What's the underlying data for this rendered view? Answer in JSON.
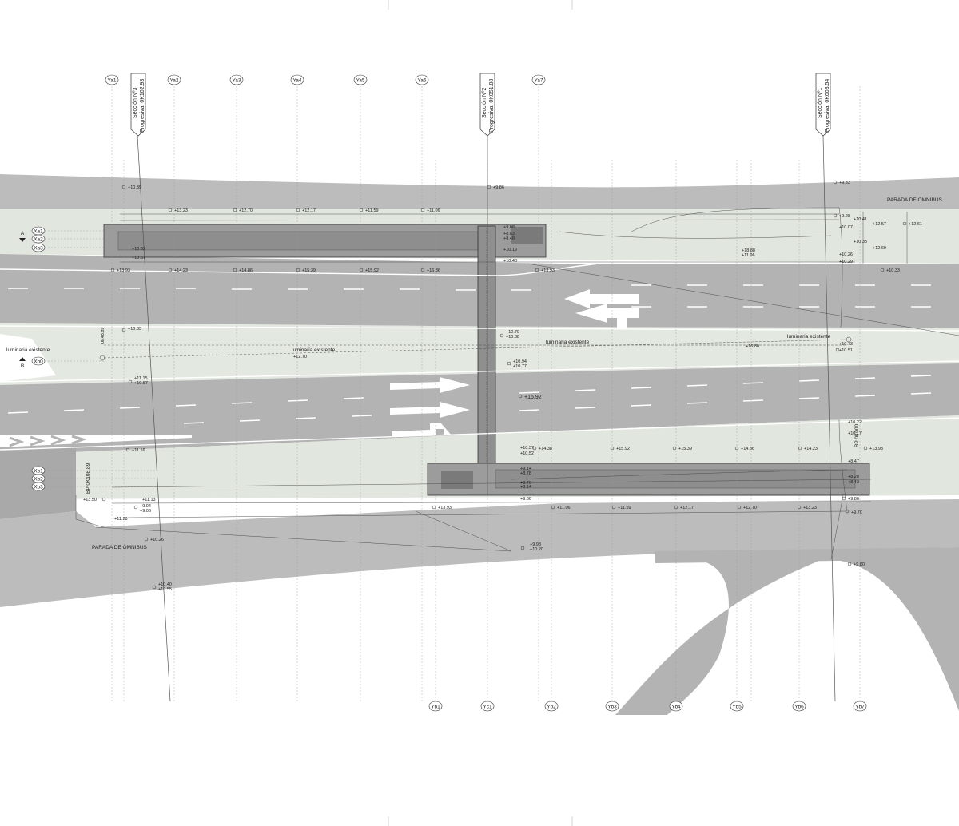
{
  "grid_top": [
    "Ya1",
    "Ya2",
    "Ya3",
    "Ya4",
    "Ya5",
    "Ya6",
    "Ya7"
  ],
  "grid_bottom": [
    "Yb1",
    "Yc1",
    "Yb2",
    "Yb3",
    "Yb4",
    "Yb5",
    "Yb6",
    "Yb7"
  ],
  "grid_left": [
    "Xa1",
    "Xa2",
    "Xa3",
    "Xb0",
    "Xb1",
    "Xb2",
    "Xb3"
  ],
  "marker_a": "A",
  "marker_b": "B",
  "sections": [
    {
      "line1": "Sección Nº3",
      "line2": "Progresiva: 0K102.93"
    },
    {
      "line1": "Sección Nº2",
      "line2": "Progresiva: 0K051.88"
    },
    {
      "line1": "Sección Nº1",
      "line2": "Progresiva: 0K003.54"
    }
  ],
  "bus_stop_top": "PARADA DE ÓMNIBUS",
  "bus_stop_bottom": "PARADA DE ÓMNIBUS",
  "lum_1": "luminaria existente",
  "lum_2": "luminaria existente",
  "lum_3": "luminaria existente",
  "lum_4": "luminaria existente",
  "bp_left": "BP 0K108.89",
  "bp_right": "BP 0K000",
  "station_small": "0K48.89",
  "elev_top_row": [
    "+13.23",
    "+12.70",
    "+12.17",
    "+11.59",
    "+11.06"
  ],
  "elev_mid_row": [
    "+13.93",
    "+14.23",
    "+14.86",
    "+15.39",
    "+15.92",
    "+16.36",
    "+13.93",
    "+10.33"
  ],
  "elev_lower_row": [
    "+14.38",
    "+15.92",
    "+15.39",
    "+14.86",
    "+14.23",
    "+13.93"
  ],
  "elev_bottom_row": [
    "+13.93",
    "+11.06",
    "+11.59",
    "+12.17",
    "+12.70",
    "+13.23"
  ],
  "elev_center": "+16.92",
  "elev_misc": {
    "e1": "+10.39",
    "e2": "+9.86",
    "e3": "+9.33",
    "e4": "+9.28",
    "e5": "+12.61",
    "e6": "+10.41",
    "e7": "+12.57",
    "e8": "+10.33",
    "e9": "+12.69",
    "e10": "+18.88",
    "e11": "+11.96",
    "e12": "+10.26",
    "e13": "+10.29",
    "e14": "+10.70",
    "e15": "+10.88",
    "e16": "+10.94",
    "e17": "+10.77",
    "e18": "+16.80",
    "e19": "+12.70",
    "e20": "+10.83",
    "e21": "+10.73",
    "e22": "+10.51",
    "e23": "+11.15",
    "e24": "+10.87",
    "e25": "+11.16",
    "e26": "+10.37",
    "e27": "+10.52",
    "e28": "+9.14",
    "e29": "+8.78",
    "e30": "+8.76",
    "e31": "+8.14",
    "e32": "+9.86",
    "e33": "+13.50",
    "e34": "+9.04",
    "e35": "+9.06",
    "e36": "+10.26",
    "e37": "+9.98",
    "e38": "+10.20",
    "e39": "+10.40",
    "e40": "+10.55",
    "e41": "+9.70",
    "e42": "+9.80",
    "e43": "+9.86",
    "e44": "+10.22",
    "e45": "+10.17",
    "e46": "+8.47",
    "e47": "+8.28",
    "e48": "+8.43",
    "e49": "+9.08",
    "e50": "+8.63",
    "e51": "+8.48",
    "e52": "+10.19",
    "e53": "+10.48",
    "e54": "+10.07",
    "e55": "+10.32",
    "e56": "+10.57",
    "e57": "+11.13",
    "e58": "+11.28"
  },
  "colors": {
    "road": "#b3b3b3",
    "median": "#e3e8e0",
    "sidewalk": "#bcbcbc",
    "bridge": "#9a9a9a",
    "line": "#333333"
  }
}
